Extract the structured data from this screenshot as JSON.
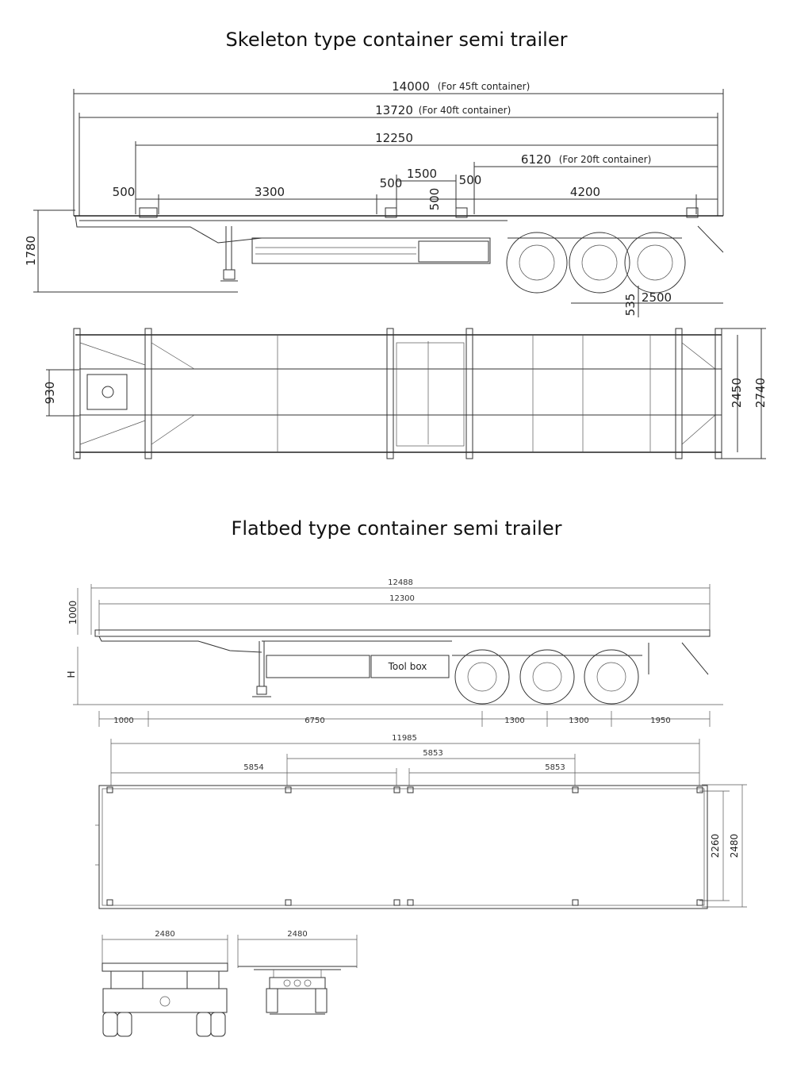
{
  "skeleton": {
    "title": "Skeleton type container semi trailer",
    "dims": {
      "len_45ft": "14000",
      "note_45ft": "(For 45ft container)",
      "len_40ft": "13720",
      "note_40ft": "(For 40ft container)",
      "len_12250": "12250",
      "len_20ft": "6120",
      "note_20ft": "(For 20ft container)",
      "seg_500_a": "500",
      "seg_3300": "3300",
      "seg_500_b": "500",
      "seg_1500": "1500",
      "seg_500_c": "500",
      "seg_500_v": "500",
      "seg_4200": "4200",
      "height_1780": "1780",
      "axle_2500": "2500",
      "height_535": "535",
      "width_930": "930",
      "width_2450": "2450",
      "width_2740": "2740"
    }
  },
  "flatbed": {
    "title": "Flatbed type container semi trailer",
    "dims": {
      "len_12488": "12488",
      "len_12300": "12300",
      "height_1000": "1000",
      "height_h": "H",
      "tool_box": "Tool box",
      "seg_1000": "1000",
      "seg_6750": "6750",
      "seg_1300_a": "1300",
      "seg_1300_b": "1300",
      "seg_1950": "1950",
      "len_11985": "11985",
      "seg_5853_top": "5853",
      "seg_5854": "5854",
      "seg_5853_bottom": "5853",
      "width_2260": "2260",
      "width_2480": "2480",
      "rear_width": "2480",
      "front_width": "2480"
    }
  }
}
